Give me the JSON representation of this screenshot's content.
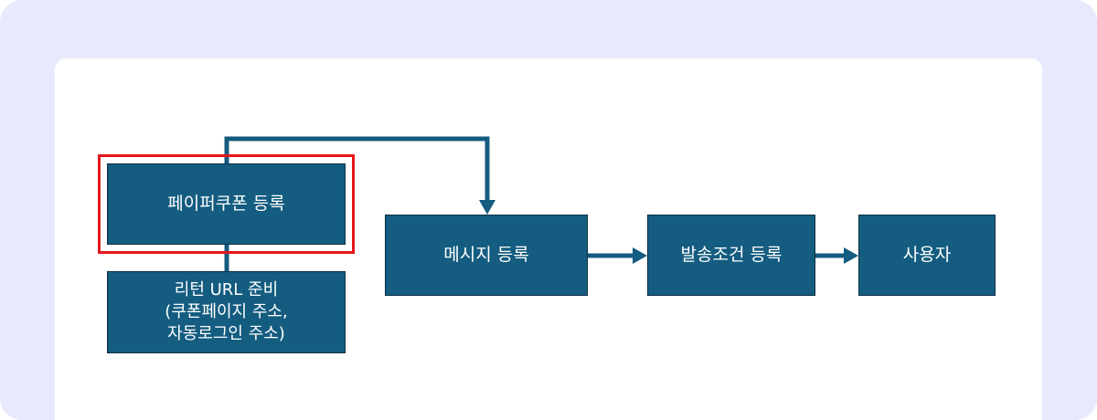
{
  "diagram": {
    "nodes": {
      "coupon_register": "페이퍼쿠폰 등록",
      "return_url": "리턴 URL 준비\n(쿠폰페이지 주소,\n자동로그인 주소)",
      "message_register": "메시지 등록",
      "send_condition": "발송조건 등록",
      "user": "사용자"
    },
    "colors": {
      "node_fill": "#145c80",
      "connector": "#145c80",
      "highlight": "#e4161c",
      "background": "#e7eafc"
    }
  }
}
